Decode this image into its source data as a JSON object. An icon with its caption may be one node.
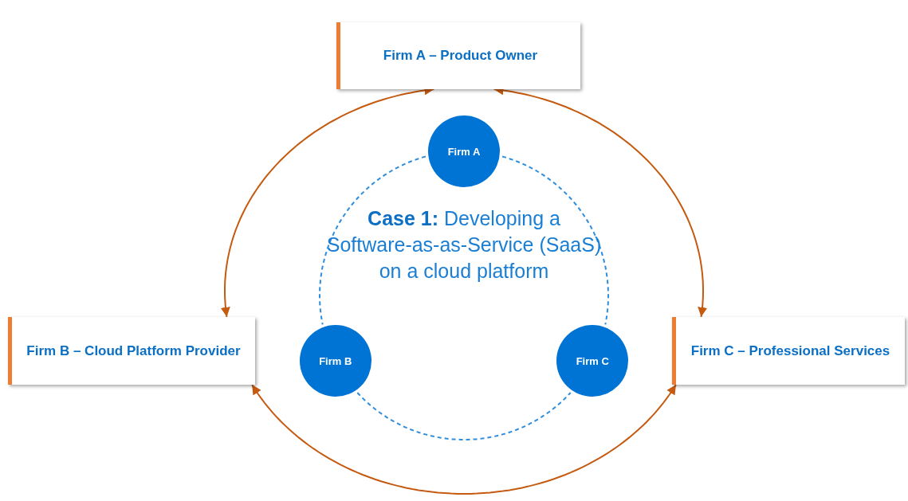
{
  "diagram": {
    "nodes": [
      {
        "text": [
          "Firm A – Product Owner"
        ]
      },
      {
        "text": [
          "Firm B – Cloud Platform Provider"
        ]
      },
      {
        "text": [
          "Firm C – Professional Services"
        ]
      },
      {
        "text": [
          "Firm A"
        ]
      },
      {
        "text": [
          "Firm B"
        ]
      },
      {
        "text": [
          "Firm C"
        ]
      }
    ],
    "edges": [
      {
        "from": 0,
        "to": 1,
        "arrow": "both",
        "color": "#c55a11"
      },
      {
        "from": 0,
        "to": 2,
        "arrow": "both",
        "color": "#c55a11"
      },
      {
        "from": 1,
        "to": 2,
        "arrow": "both",
        "color": "#c55a11"
      },
      {
        "from": 3,
        "to": 4,
        "arrow": "none",
        "style": "dashed",
        "color": "#2e8ddc"
      },
      {
        "from": 3,
        "to": 5,
        "arrow": "none",
        "style": "dashed",
        "color": "#2e8ddc"
      },
      {
        "from": 4,
        "to": 5,
        "arrow": "none",
        "style": "dashed",
        "color": "#2e8ddc"
      }
    ],
    "labels": [
      "**Case 1:** Developing a Software-as-as-Service (SaaS) on a cloud platform"
    ]
  }
}
